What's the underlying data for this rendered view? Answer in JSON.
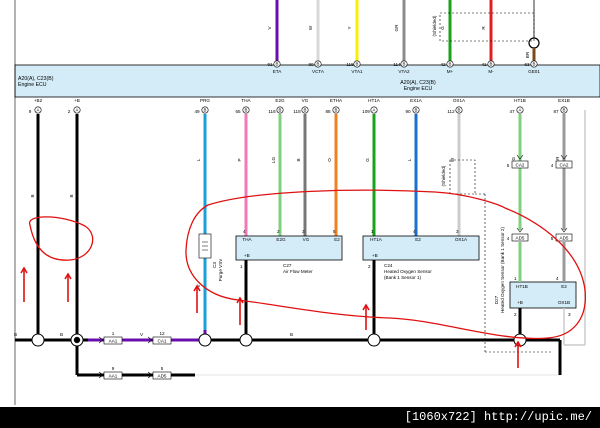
{
  "ecu": {
    "label_line1": "A20(A), C23(B)",
    "label_line2": "Engine ECU",
    "label_line1_right": "A20(A), C23(B)",
    "label_line2_right": "Engine ECU"
  },
  "top_pins": [
    {
      "wire": "V",
      "num": "91",
      "conn": "(B)",
      "name": "ETA",
      "color": "#6a0dad"
    },
    {
      "wire": "W",
      "num": "90",
      "conn": "(B)",
      "name": "VCTA",
      "color": "#d8d8d8"
    },
    {
      "wire": "Y",
      "num": "115",
      "conn": "(B)",
      "name": "VTA1",
      "color": "#f5f000"
    },
    {
      "wire": "GR",
      "num": "114",
      "conn": "(B)",
      "name": "VTA2",
      "color": "#8c8c8c"
    },
    {
      "wire": "G",
      "num": "42",
      "conn": "(B)",
      "name": "M+",
      "color": "#1aa31a"
    },
    {
      "wire": "R",
      "num": "41",
      "conn": "(B)",
      "name": "M-",
      "color": "#e02020"
    },
    {
      "wire": "BR",
      "num": "63",
      "conn": "(B)",
      "name": "GE01",
      "color": "#7a4a1a"
    }
  ],
  "top_shielded": "(Shielded)",
  "bottom_pins": [
    {
      "name": "+B2",
      "num": "9",
      "conn": "(A)",
      "wire": "B",
      "color": "#000000"
    },
    {
      "name": "+B",
      "num": "2",
      "conn": "(A)",
      "wire": "B",
      "color": "#000000"
    },
    {
      "name": "PRG",
      "num": "49",
      "conn": "(B)",
      "wire": "L",
      "color": "#1aa0d8"
    },
    {
      "name": "THA",
      "num": "65",
      "conn": "(B)",
      "wire": "P",
      "color": "#f07ab8"
    },
    {
      "name": "E2G",
      "num": "116",
      "conn": "(B)",
      "wire": "LG",
      "color": "#80d080"
    },
    {
      "name": "VG",
      "num": "118",
      "conn": "(B)",
      "wire": "B",
      "color": "#777777"
    },
    {
      "name": "ETHA",
      "num": "88",
      "conn": "(B)",
      "wire": "O",
      "color": "#f08020"
    },
    {
      "name": "HT1A",
      "num": "109",
      "conn": "(A)",
      "wire": "G",
      "color": "#1aa31a"
    },
    {
      "name": "EX1A",
      "num": "90",
      "conn": "(B)",
      "wire": "L",
      "color": "#1a70d0"
    },
    {
      "name": "OX1A",
      "num": "112",
      "conn": "(B)",
      "wire": "W",
      "color": "#cccccc"
    },
    {
      "name": "HT1B",
      "num": "47",
      "conn": "(A)",
      "wire": "LG",
      "color": "#80d080"
    },
    {
      "name": "EX1B",
      "num": "87",
      "conn": "(B)",
      "wire": "GR",
      "color": "#9a9a9a"
    }
  ],
  "shielded_mid": "(Shielded)",
  "connectors": {
    "ca2_1": "CA2",
    "ca2_1_pin": "5",
    "ca2_2": "CA2",
    "ca2_2_pin": "4",
    "ad5_1": "AD5",
    "ad5_1_pin": "4",
    "ad5_2": "AD5",
    "ad5_2_pin": "5"
  },
  "components": {
    "c3": {
      "label": "C3",
      "sub": "Purge VSV"
    },
    "c27": {
      "label": "C27",
      "sub": "Air Flow Meter",
      "pins": [
        "THA",
        "E2G",
        "VG",
        "E2"
      ],
      "pin_nums": [
        "4",
        "2",
        "3",
        "5"
      ],
      "plus_b": "+B",
      "plus_b_num": "1"
    },
    "c24": {
      "label": "C24",
      "sub": "Heated Oxygen Sensor",
      "sub2": "(Bank 1 Sensor 1)",
      "pins": [
        "HT1A",
        "E2",
        "OX1A"
      ],
      "pin_nums": [
        "1",
        "4",
        "3"
      ],
      "plus_b": "+B",
      "plus_b_num": "2"
    },
    "d27": {
      "label": "D27",
      "sub": "Heated Oxygen Sensor (Bank 1 Sensor 2)",
      "pins": [
        "HT1B",
        "E2",
        "OX1B",
        "+B"
      ],
      "pin_nums": [
        "1",
        "4",
        "3",
        "2"
      ]
    }
  },
  "bottom_bus": {
    "wire_left": "B",
    "wire_mid": "B",
    "wire_right": "B",
    "aa1_1": "AA1",
    "aa1_1_pin": "1",
    "v_label": "V",
    "ca1": "CA1",
    "ca1_pin": "12",
    "aa1_2": "AA1",
    "aa1_2_pin": "9",
    "ad5_3": "AD5",
    "ad5_3_pin": "5"
  },
  "footer": "[1060x722] http://upic.me/"
}
